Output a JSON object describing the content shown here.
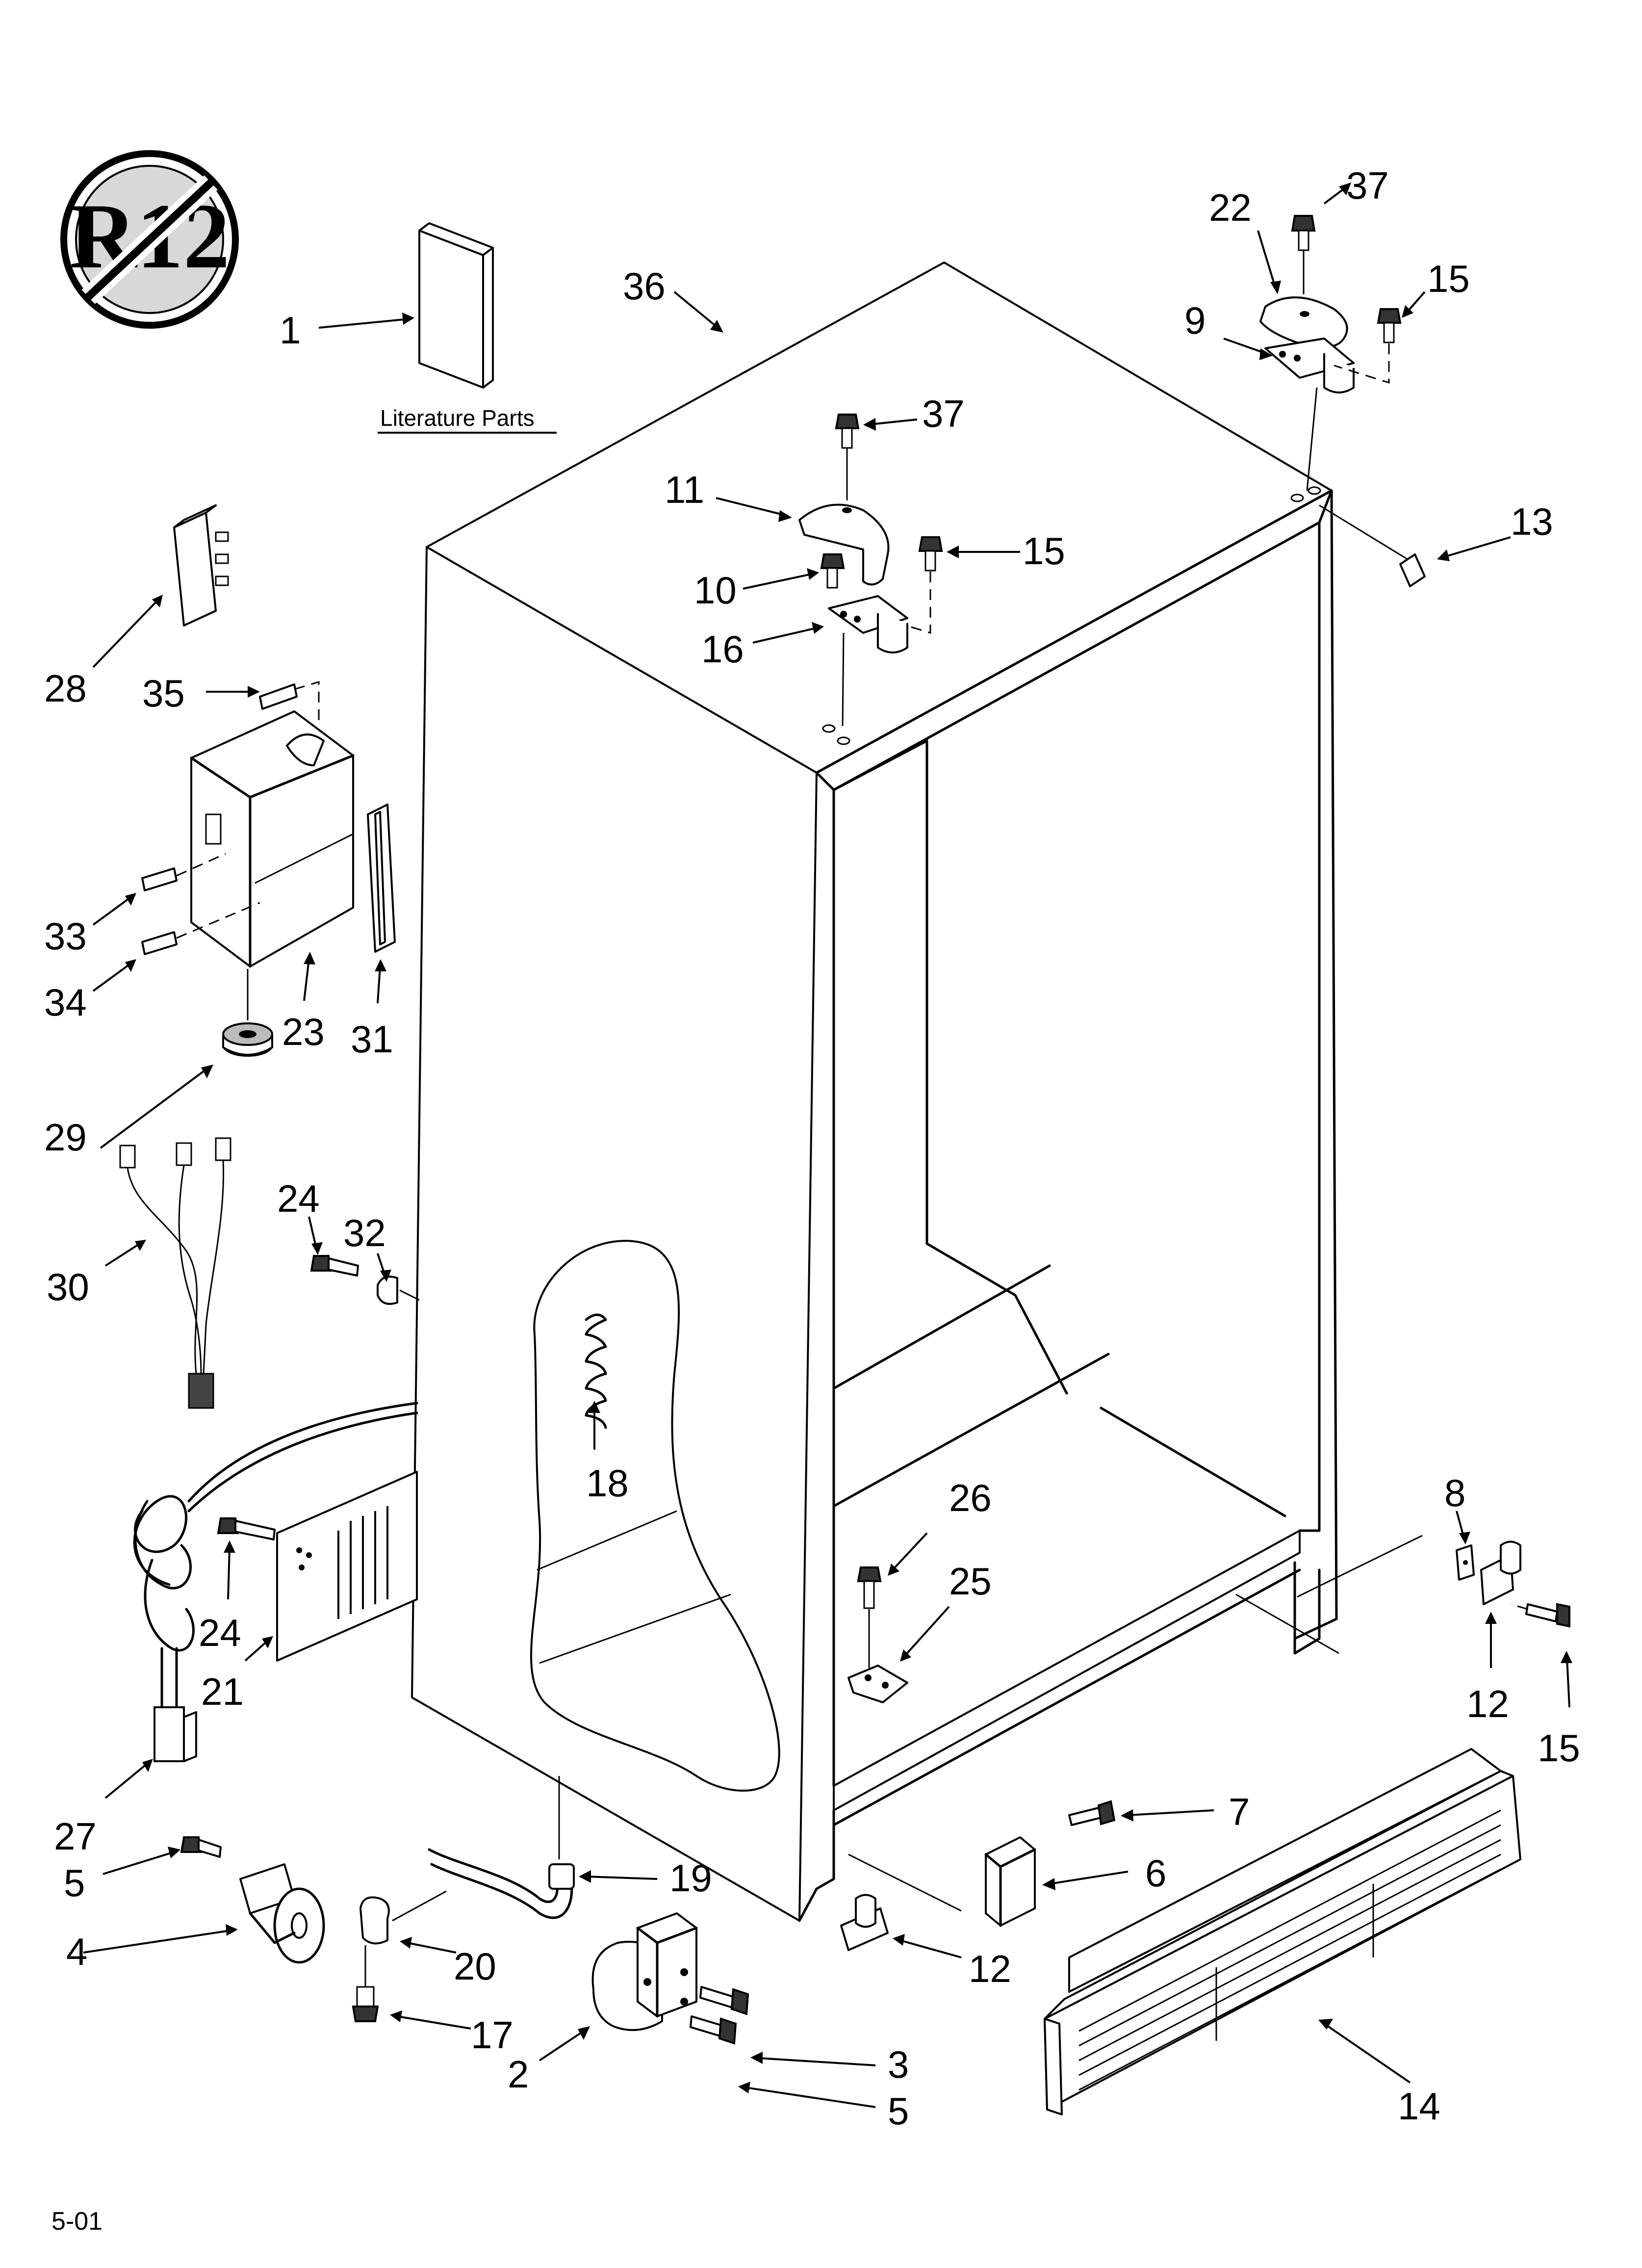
{
  "badge": {
    "text": "R12"
  },
  "literature": {
    "label": "Literature Parts"
  },
  "revision": "5-01",
  "callouts": [
    {
      "id": "c1",
      "text": "1"
    },
    {
      "id": "c36",
      "text": "36"
    },
    {
      "id": "c37a",
      "text": "37"
    },
    {
      "id": "c22",
      "text": "22"
    },
    {
      "id": "c37b",
      "text": "37"
    },
    {
      "id": "c15a",
      "text": "15"
    },
    {
      "id": "c9",
      "text": "9"
    },
    {
      "id": "c11",
      "text": "11"
    },
    {
      "id": "c15b",
      "text": "15"
    },
    {
      "id": "c10",
      "text": "10"
    },
    {
      "id": "c16",
      "text": "16"
    },
    {
      "id": "c13",
      "text": "13"
    },
    {
      "id": "c28",
      "text": "28"
    },
    {
      "id": "c35",
      "text": "35"
    },
    {
      "id": "c33",
      "text": "33"
    },
    {
      "id": "c34",
      "text": "34"
    },
    {
      "id": "c23",
      "text": "23"
    },
    {
      "id": "c31",
      "text": "31"
    },
    {
      "id": "c29",
      "text": "29"
    },
    {
      "id": "c24a",
      "text": "24"
    },
    {
      "id": "c32",
      "text": "32"
    },
    {
      "id": "c30",
      "text": "30"
    },
    {
      "id": "c18",
      "text": "18"
    },
    {
      "id": "c26",
      "text": "26"
    },
    {
      "id": "c25",
      "text": "25"
    },
    {
      "id": "c8",
      "text": "8"
    },
    {
      "id": "c12a",
      "text": "12"
    },
    {
      "id": "c15c",
      "text": "15"
    },
    {
      "id": "c24b",
      "text": "24"
    },
    {
      "id": "c21",
      "text": "21"
    },
    {
      "id": "c27",
      "text": "27"
    },
    {
      "id": "c7",
      "text": "7"
    },
    {
      "id": "c6",
      "text": "6"
    },
    {
      "id": "c5a",
      "text": "5"
    },
    {
      "id": "c19",
      "text": "19"
    },
    {
      "id": "c4",
      "text": "4"
    },
    {
      "id": "c20",
      "text": "20"
    },
    {
      "id": "c12b",
      "text": "12"
    },
    {
      "id": "c17",
      "text": "17"
    },
    {
      "id": "c14",
      "text": "14"
    },
    {
      "id": "c2",
      "text": "2"
    },
    {
      "id": "c3",
      "text": "3"
    },
    {
      "id": "c5b",
      "text": "5"
    }
  ]
}
